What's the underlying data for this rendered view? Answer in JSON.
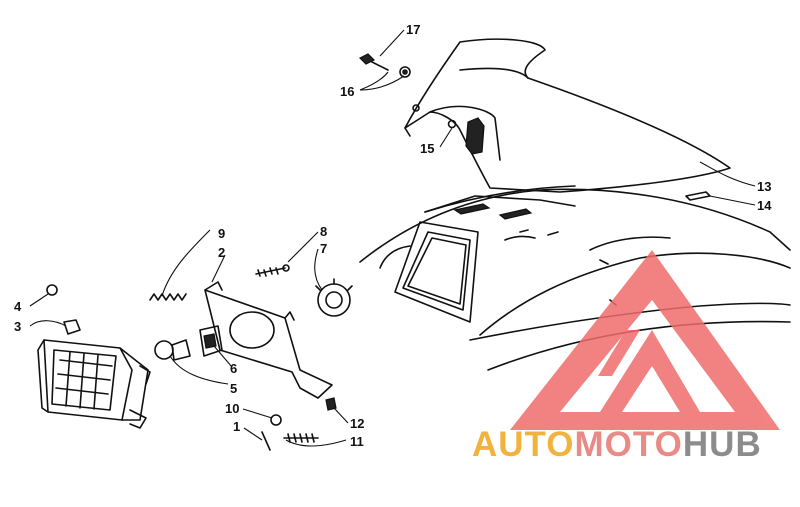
{
  "diagram": {
    "callouts": [
      "1",
      "2",
      "3",
      "4",
      "5",
      "6",
      "7",
      "8",
      "9",
      "10",
      "11",
      "12",
      "13",
      "14",
      "15",
      "16",
      "17"
    ]
  },
  "watermark": {
    "part1": "AUTO",
    "part2": "MOTO",
    "part3": "HUB",
    "colors": {
      "auto": "#f2b33d",
      "moto": "#ea8a86",
      "hub": "#8c8c8c",
      "logo": "#f06d6d"
    }
  }
}
